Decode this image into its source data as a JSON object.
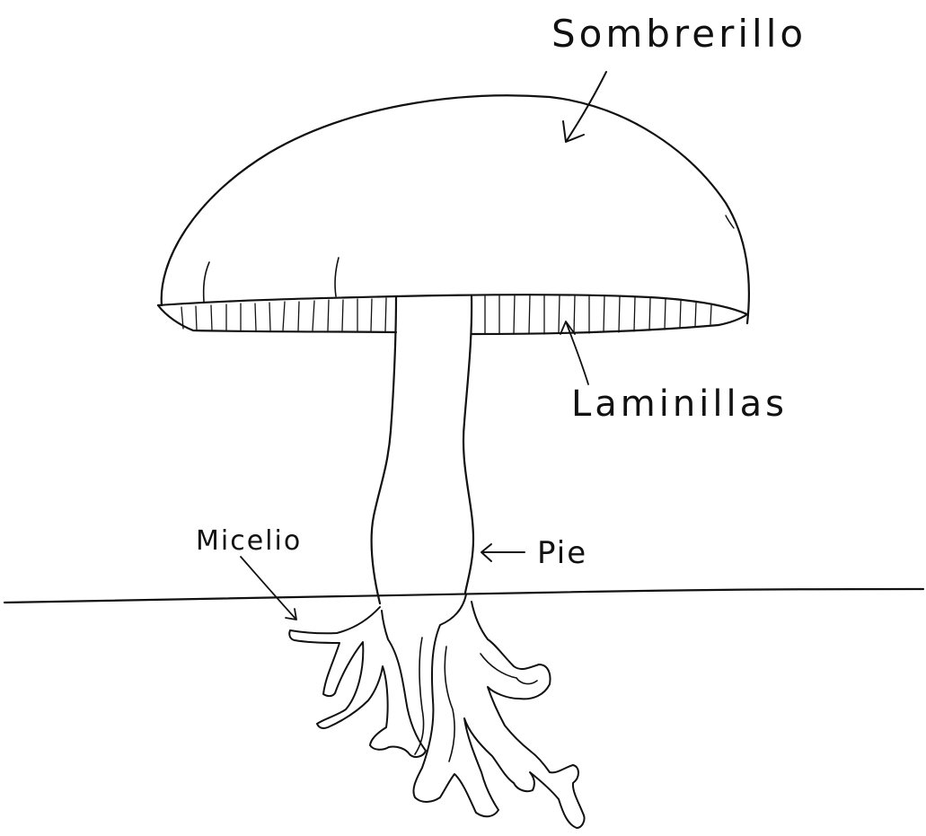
{
  "diagram": {
    "labels": {
      "cap": "Sombrerillo",
      "gills": "Laminillas",
      "mycelium": "Micelio",
      "stem": "Pie"
    }
  }
}
